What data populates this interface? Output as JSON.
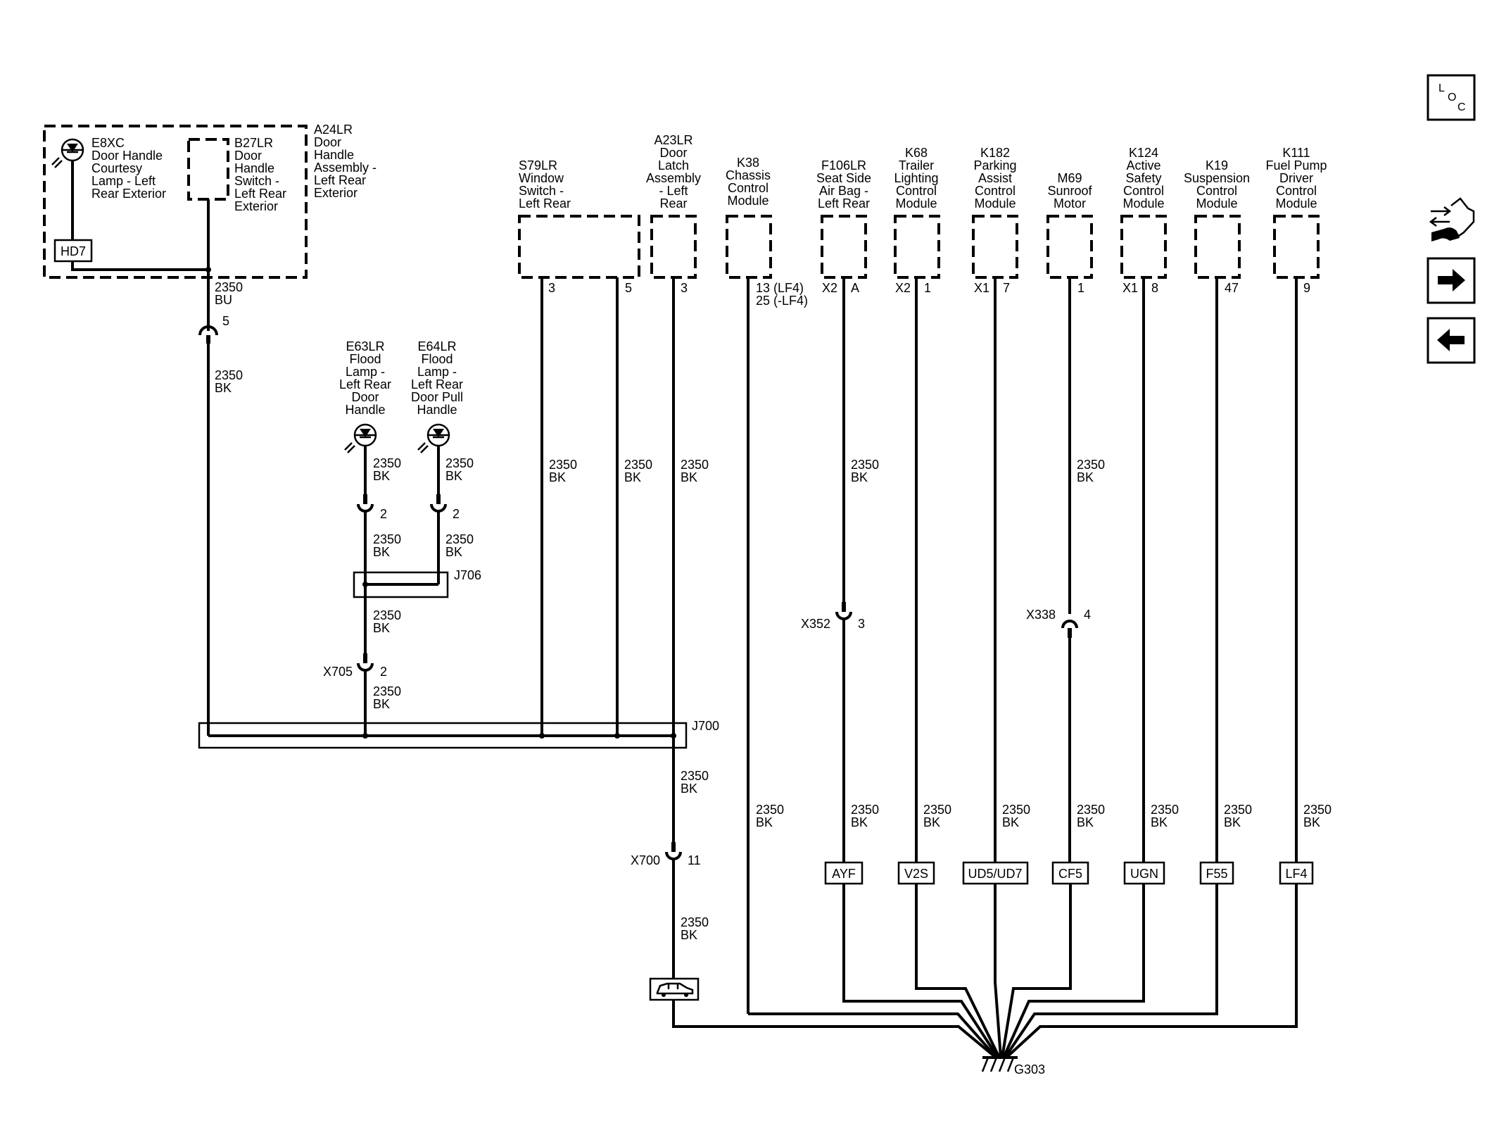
{
  "components": {
    "a24lr": [
      "A24LR",
      "Door",
      "Handle",
      "Assembly -",
      "Left Rear",
      "Exterior"
    ],
    "e8xc": [
      "E8XC",
      "Door Handle",
      "Courtesy",
      "Lamp - Left",
      "Rear Exterior"
    ],
    "b27lr": [
      "B27LR",
      "Door",
      "Handle",
      "Switch -",
      "Left Rear",
      "Exterior"
    ],
    "s79lr": [
      "S79LR",
      "Window",
      "Switch -",
      "Left Rear"
    ],
    "a23lr": [
      "A23LR",
      "Door",
      "Latch",
      "Assembly",
      "- Left",
      "Rear"
    ],
    "k38": [
      "K38",
      "Chassis",
      "Control",
      "Module"
    ],
    "f106lr": [
      "F106LR",
      "Seat Side",
      "Air Bag -",
      "Left Rear"
    ],
    "k68": [
      "K68",
      "Trailer",
      "Lighting",
      "Control",
      "Module"
    ],
    "k182": [
      "K182",
      "Parking",
      "Assist",
      "Control",
      "Module"
    ],
    "m69": [
      "M69",
      "Sunroof",
      "Motor"
    ],
    "k124": [
      "K124",
      "Active",
      "Safety",
      "Control",
      "Module"
    ],
    "k19": [
      "K19",
      "Suspension",
      "Control",
      "Module"
    ],
    "k111": [
      "K111",
      "Fuel Pump",
      "Driver",
      "Control",
      "Module"
    ],
    "e63lr": [
      "E63LR",
      "Flood",
      "Lamp -",
      "Left Rear",
      "Door",
      "Handle"
    ],
    "e64lr": [
      "E64LR",
      "Flood",
      "Lamp -",
      "Left Rear",
      "Door Pull",
      "Handle"
    ]
  },
  "options": {
    "hd7": "HD7",
    "ayf": "AYF",
    "v2s": "V2S",
    "ud5": "UD5/UD7",
    "cf5": "CF5",
    "ugn": "UGN",
    "f55": "F55",
    "lf4": "LF4"
  },
  "pins": {
    "a24_5": "5",
    "s79_3": "3",
    "s79_5": "5",
    "a23_3": "3",
    "k38_a": "13 (LF4)",
    "k38_b": "25 (-LF4)",
    "f106_conn": "X2",
    "f106_pin": "A",
    "k68_conn": "X2",
    "k68_pin": "1",
    "k182_conn": "X1",
    "k182_pin": "7",
    "m69_pin": "1",
    "k124_conn": "X1",
    "k124_pin": "8",
    "k19_pin": "47",
    "k111_pin": "9",
    "e63_pin": "2",
    "e64_pin": "2"
  },
  "connectors": {
    "x705": "X705",
    "x705_pin": "2",
    "x700": "X700",
    "x700_pin": "11",
    "x352": "X352",
    "x352_pin": "3",
    "x338": "X338",
    "x338_pin": "4"
  },
  "splices": {
    "j706": "J706",
    "j700": "J700"
  },
  "ground": "G303",
  "wires": {
    "circuit": "2350",
    "bu": "BU",
    "bk": "BK"
  },
  "nav": {
    "loc_l": "L",
    "loc_o": "O",
    "loc_c": "C"
  }
}
